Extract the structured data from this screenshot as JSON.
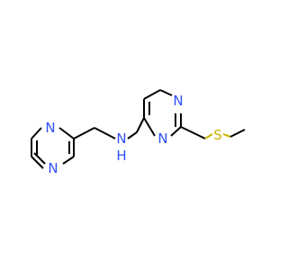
{
  "molecule": {
    "atoms": {
      "n_ring_a1": "N",
      "n_ring_a2": "N",
      "n_ring_b1": "N",
      "n_ring_b2": "N",
      "nh_n": "N",
      "nh_h": "H",
      "sulfur": "S"
    },
    "colors": {
      "bond": "#000000",
      "nitrogen": "#3050f8",
      "sulfur": "#c8b400",
      "background": "#ffffff"
    }
  }
}
